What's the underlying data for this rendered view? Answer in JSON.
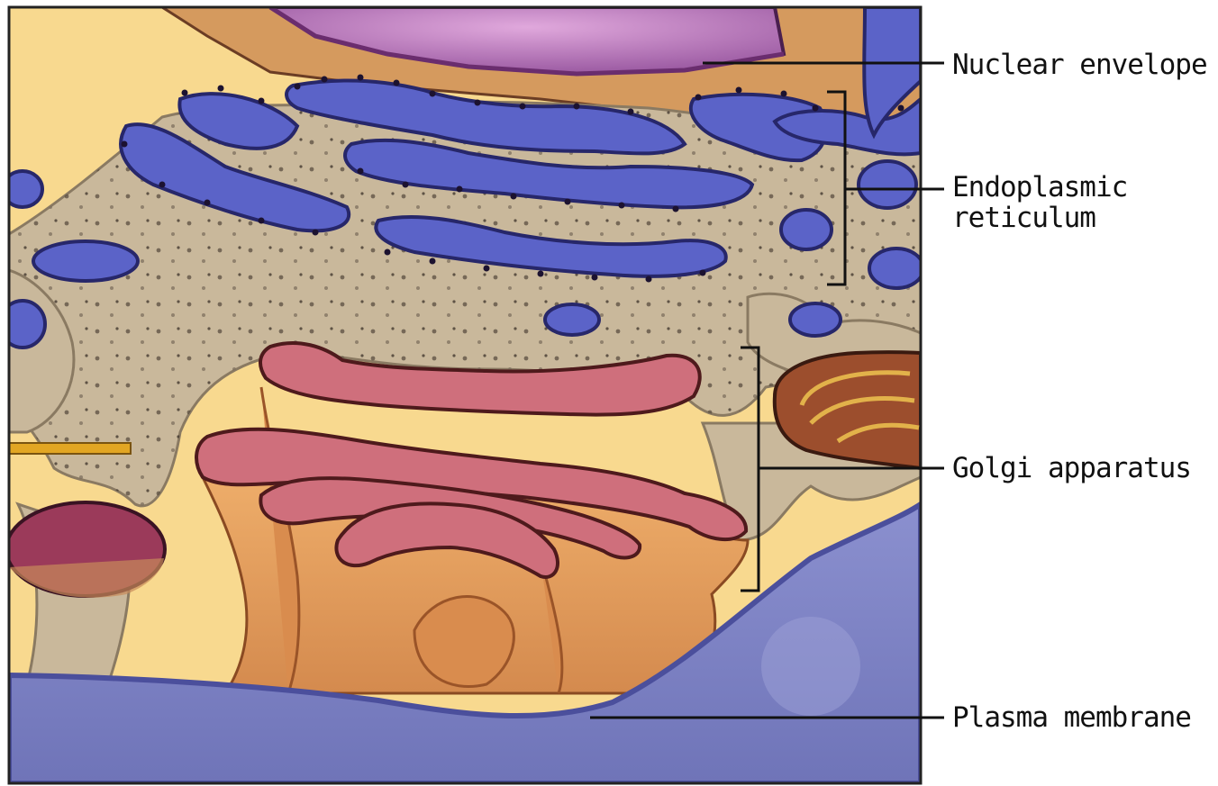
{
  "labels": {
    "nuclear_envelope": "Nuclear envelope",
    "er_line1": "Endoplasmic",
    "er_line2": "reticulum",
    "golgi": "Golgi apparatus",
    "plasma_membrane": "Plasma membrane"
  },
  "colors": {
    "background_cream": "#f8d98f",
    "cytoplasm_tan": "#c8b79b",
    "er_blue": "#5a63c9",
    "golgi_pink": "#cf6f7d",
    "golgi_base_orange": "#e19a5c",
    "nucleus_purple": "#b06fb6",
    "membrane_blue": "#7f86c4",
    "outline_dark": "#2b1b3a"
  }
}
